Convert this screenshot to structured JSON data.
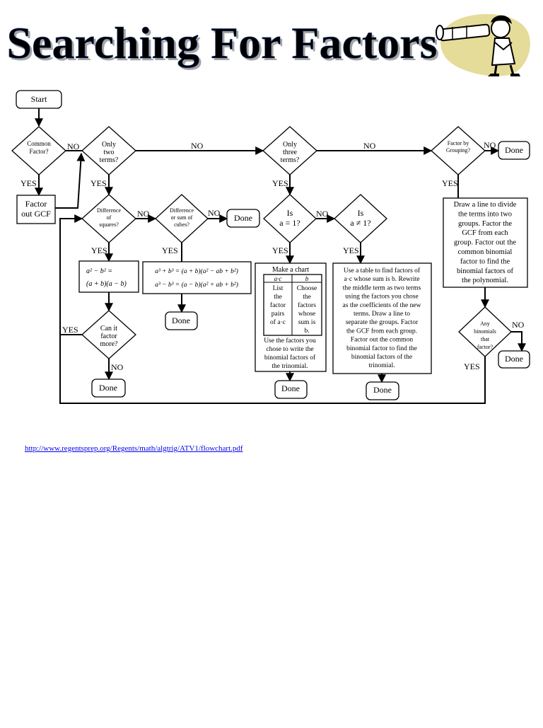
{
  "title": "Searching For Factors",
  "nodes": {
    "start": "Start",
    "common_factor": [
      "Common",
      "Factor?"
    ],
    "factor_gcf": [
      "Factor",
      "out GCF"
    ],
    "only_two": [
      "Only",
      "two",
      "terms?"
    ],
    "only_three": [
      "Only",
      "three",
      "terms?"
    ],
    "grouping_q": [
      "Factor by",
      "Grouping?"
    ],
    "done": "Done",
    "diff_squares": [
      "Difference",
      "of",
      "squares?"
    ],
    "diff_cubes": [
      "Difference",
      "or sum of",
      "cubes?"
    ],
    "is_a1": [
      "Is",
      "a = 1?"
    ],
    "is_not_a1": [
      "Is",
      "a ≠ 1?"
    ],
    "squares_formula": [
      "a² − b² =",
      "(a + b)(a − b)"
    ],
    "cubes_formula": [
      "a³ + b³ = (a + b)(a² − ab + b²)",
      "a³ − b³ = (a − b)(a² + ab + b²)"
    ],
    "can_factor": [
      "Can it",
      "factor",
      "more?"
    ],
    "make_chart": "Make a chart",
    "chart_headers": [
      "a·c",
      "b"
    ],
    "chart_col1": [
      "List",
      "the",
      "factor",
      "pairs",
      "of a·c"
    ],
    "chart_col2": [
      "Choose",
      "the",
      "factors",
      "whose",
      "sum is",
      "b."
    ],
    "chart_note": [
      "Use the factors you",
      "chose to write the",
      "binomial factors of",
      "the trinomial."
    ],
    "table_text": [
      "Use a table to find factors of",
      "a·c whose sum is b. Rewrite",
      "the middle term as two terms",
      "using the factors you chose",
      "as the coefficients of the new",
      "terms.  Draw a line to",
      "separate the groups.  Factor",
      "the GCF from each group.",
      "Factor out the common",
      "binomial factor to find the",
      "binomial factors of the",
      "trinomial."
    ],
    "grouping_text": [
      "Draw a line to divide",
      "the terms into two",
      "groups.  Factor the",
      "GCF from each",
      "group.  Factor out the",
      "common binomial",
      "factor to find the",
      "binomial factors of",
      "the polynomial."
    ],
    "any_binomials": [
      "Any",
      "binomials",
      "that",
      "factor?"
    ]
  },
  "labels": {
    "yes": "YES",
    "no": "NO"
  },
  "url": "http://www.regentsprep.org/Regents/math/algtrig/ATV1/flowchart.pdf",
  "colors": {
    "title_top": "#7b86d6",
    "title_bottom": "#1aa39b",
    "link": "#0000ee",
    "clipart_bg": "#e6dc9a"
  }
}
